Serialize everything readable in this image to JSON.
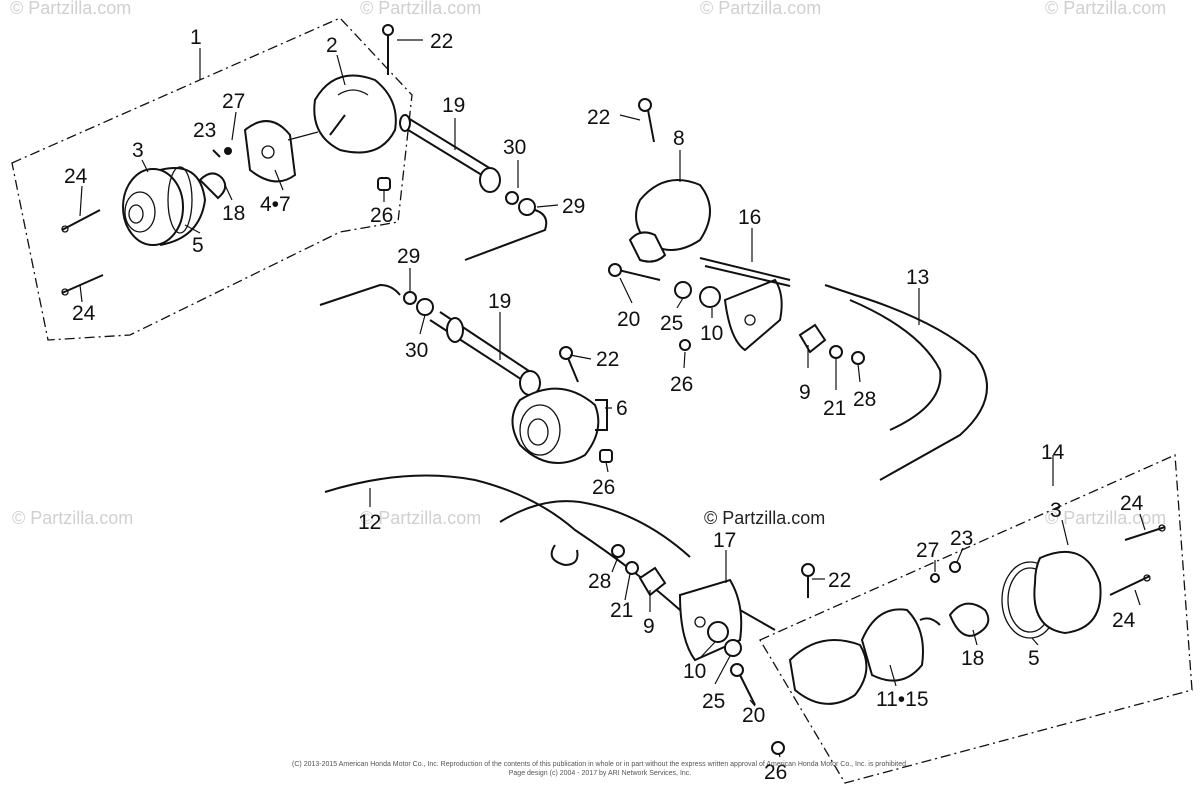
{
  "watermarks": {
    "brand": "© Partzilla.com"
  },
  "callouts": {
    "c1": "1",
    "c2": "2",
    "c3a": "3",
    "c27a": "27",
    "c23a": "23",
    "c24a": "24",
    "c24b": "24",
    "c18a": "18",
    "c5a": "5",
    "c47": "4•7",
    "c22a": "22",
    "c19a": "19",
    "c30a": "30",
    "c29a": "29",
    "c26a": "26",
    "c22b": "22",
    "c8": "8",
    "c16": "16",
    "c13": "13",
    "c20a": "20",
    "c25a": "25",
    "c10a": "10",
    "c9a": "9",
    "c21a": "21",
    "c28a": "28",
    "c26b": "26",
    "c29b": "29",
    "c30b": "30",
    "c19b": "19",
    "c22c": "22",
    "c6": "6",
    "c26c": "26",
    "c12": "12",
    "c17": "17",
    "c28b": "28",
    "c21b": "21",
    "c9b": "9",
    "c10b": "10",
    "c25b": "25",
    "c20b": "20",
    "c26d": "26",
    "c22d": "22",
    "c14": "14",
    "c3b": "3",
    "c24c": "24",
    "c24d": "24",
    "c27b": "27",
    "c23b": "23",
    "c18b": "18",
    "c5b": "5",
    "c1115": "11•15"
  },
  "footer": {
    "line1": "(C) 2013-2015 American Honda Motor Co., Inc. Reproduction of the contents of this publication in whole or in part without the express written approval of American Honda Motor Co., Inc. is prohibited.",
    "line2": "Page design (c) 2004 - 2017 by ARI Network Services, Inc."
  }
}
